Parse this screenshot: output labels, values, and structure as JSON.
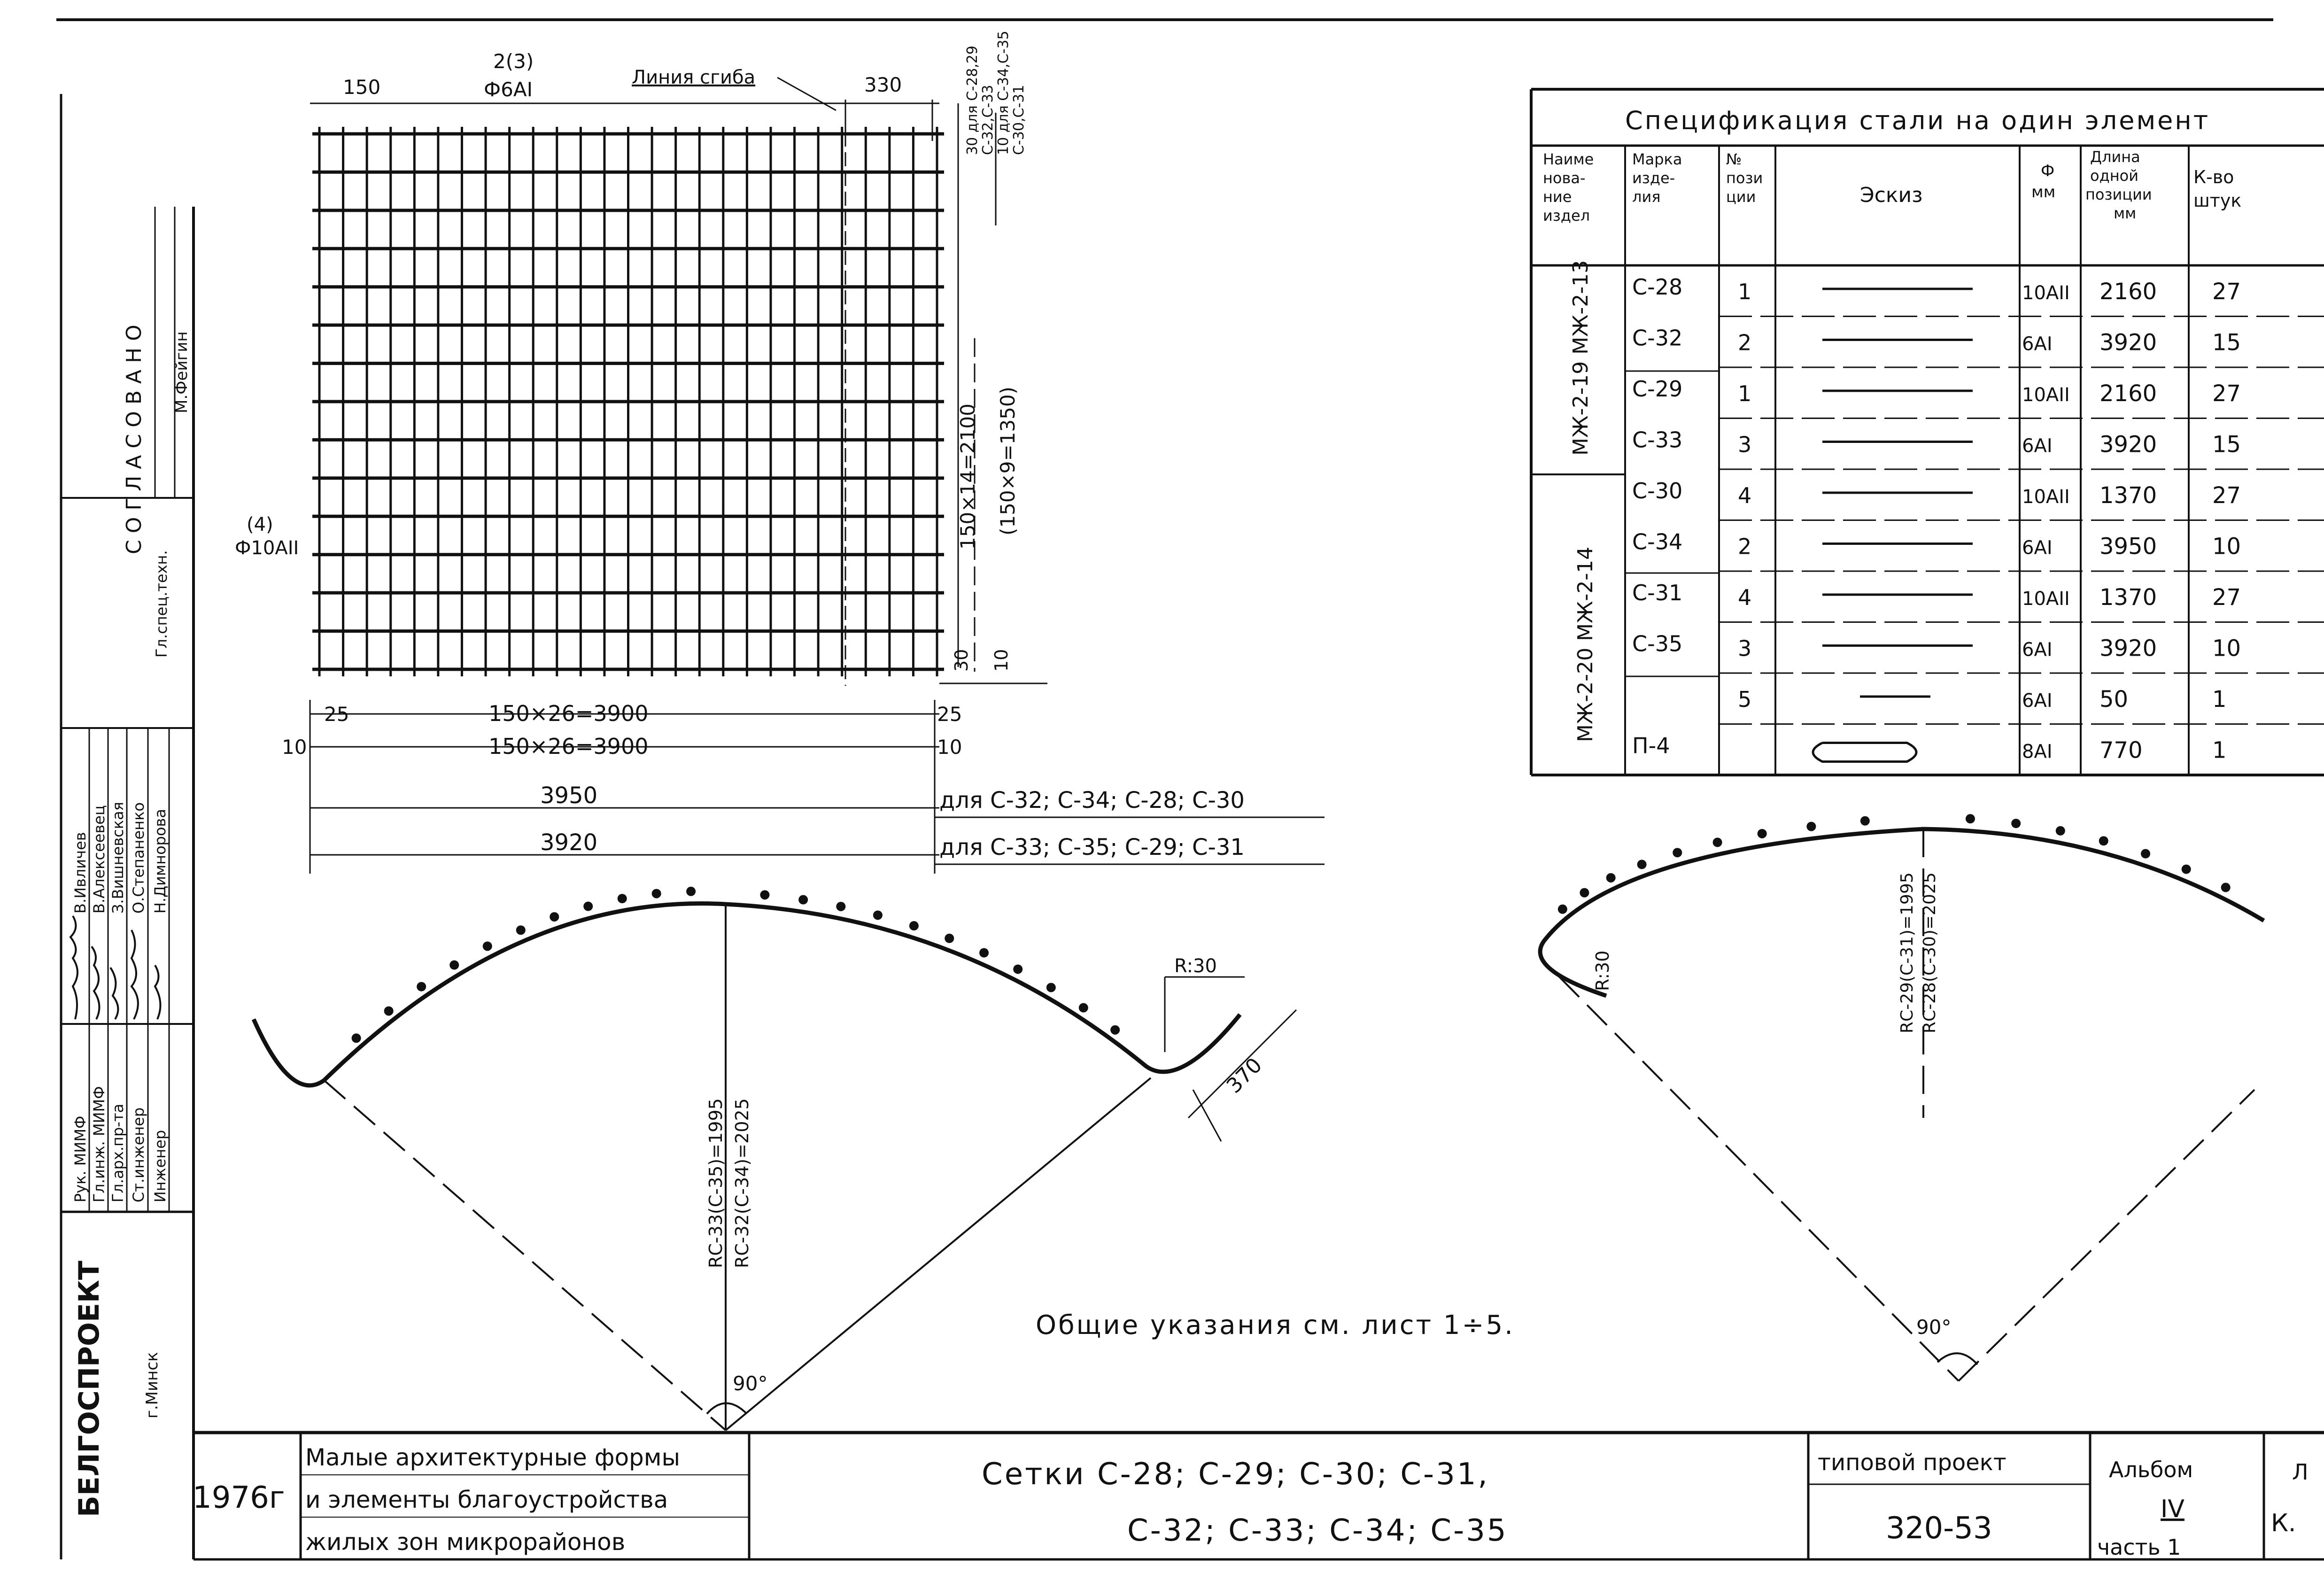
{
  "left_strip": {
    "org": "БЕЛГОСПРОЕКТ",
    "city": "г.Минск",
    "agreed_title": "СОГЛАСОВАНО",
    "agreed_role": "Гл.спец.техн.",
    "agreed_name": "М.Фейгин",
    "roles": [
      "Рук. МИМФ",
      "Гл.инж. МИМФ",
      "Гл.арх.пр-та",
      "Ст.инженер",
      "Инженер"
    ],
    "names": [
      "В.Ивличев",
      "В.Алексеевец",
      "З.Вишневская",
      "О.Степаненко",
      "Н.Димнорова"
    ]
  },
  "mesh_drawing": {
    "top_left_dim": "150",
    "top_right_dim": "330",
    "pos_label": "2(3)",
    "bar_label": "Ф6АI",
    "fold_line": "Линия сгиба",
    "right_note_1": "30 для С-28,29",
    "right_note_2": "С-32,С-33",
    "right_note_3": "10 для С-34,С-35",
    "right_note_4": "С-30,С-31",
    "left_pos": "(4)",
    "left_bar": "Ф10АII",
    "vert_dim_1": "150×14=2100",
    "vert_dim_2": "(150×9=1350)",
    "dim_30": "30",
    "dim_10_right": "10",
    "dim_25_left": "25",
    "dim_10_left": "10",
    "dim_25_right": "25",
    "dim_10_bottom": "10",
    "horiz_dim_1": "150×26=3900",
    "horiz_dim_2": "150×26=3900",
    "total_1": "3950",
    "total_2": "3920",
    "note_1": "для С-32; С-34; С-28; С-30",
    "note_2": "для С-33; С-35; С-29; С-31"
  },
  "arc_left": {
    "radius_label": "RС-33(С-35)=1995",
    "radius_label_2": "RС-32(С-34)=2025",
    "r_small": "R:30",
    "dim_370": "370",
    "angle": "90°"
  },
  "arc_right": {
    "r_small": "R:30",
    "radius_label": "RС-29(С-31)=1995",
    "radius_label_2": "RС-28(С-30)=2025",
    "angle": "90°"
  },
  "general_note": "Общие указания см. лист 1÷5.",
  "spec_table": {
    "title": "Спецификация стали на один элемент",
    "headers": [
      "Наименование изделий",
      "Марка изделия",
      "№ позиции",
      "Эскиз",
      "Ф мм",
      "Длина одной позиции мм",
      "К-во штук"
    ],
    "group_1": "МЖ-2-19 МЖ-2-13",
    "group_2": "МЖ-2-20 МЖ-2-14",
    "rows": [
      {
        "mark": "С-28",
        "pos": "1",
        "dia": "10АII",
        "len": "2160",
        "qty": "27"
      },
      {
        "mark": "С-32",
        "pos": "2",
        "dia": "6АI",
        "len": "3920",
        "qty": "15"
      },
      {
        "mark": "С-29",
        "pos": "1",
        "dia": "10АII",
        "len": "2160",
        "qty": "27"
      },
      {
        "mark": "С-33",
        "pos": "3",
        "dia": "6АI",
        "len": "3920",
        "qty": "15"
      },
      {
        "mark": "С-30",
        "pos": "4",
        "dia": "10АII",
        "len": "1370",
        "qty": "27"
      },
      {
        "mark": "С-34",
        "pos": "2",
        "dia": "6АI",
        "len": "3950",
        "qty": "10"
      },
      {
        "mark": "С-31",
        "pos": "4",
        "dia": "10АII",
        "len": "1370",
        "qty": "27"
      },
      {
        "mark": "С-35",
        "pos": "3",
        "dia": "6АI",
        "len": "3920",
        "qty": "10"
      },
      {
        "mark": "",
        "pos": "5",
        "dia": "6АI",
        "len": "50",
        "qty": "1"
      },
      {
        "mark": "П-4",
        "pos": "",
        "dia": "8АI",
        "len": "770",
        "qty": "1"
      }
    ]
  },
  "title_block": {
    "year": "1976г",
    "desc_1": "Малые архитектурные формы",
    "desc_2": "и элементы благоустройства",
    "desc_3": "жилых зон микрорайонов",
    "title_1": "Сетки С-28; С-29; С-30; С-31,",
    "title_2": "С-32; С-33; С-34; С-35",
    "project_label": "типовой проект",
    "project_no": "320-53",
    "album_label": "Альбом",
    "album_no": "IV",
    "part": "часть 1",
    "sheet_label": "Л",
    "sheet_partial": "К."
  }
}
